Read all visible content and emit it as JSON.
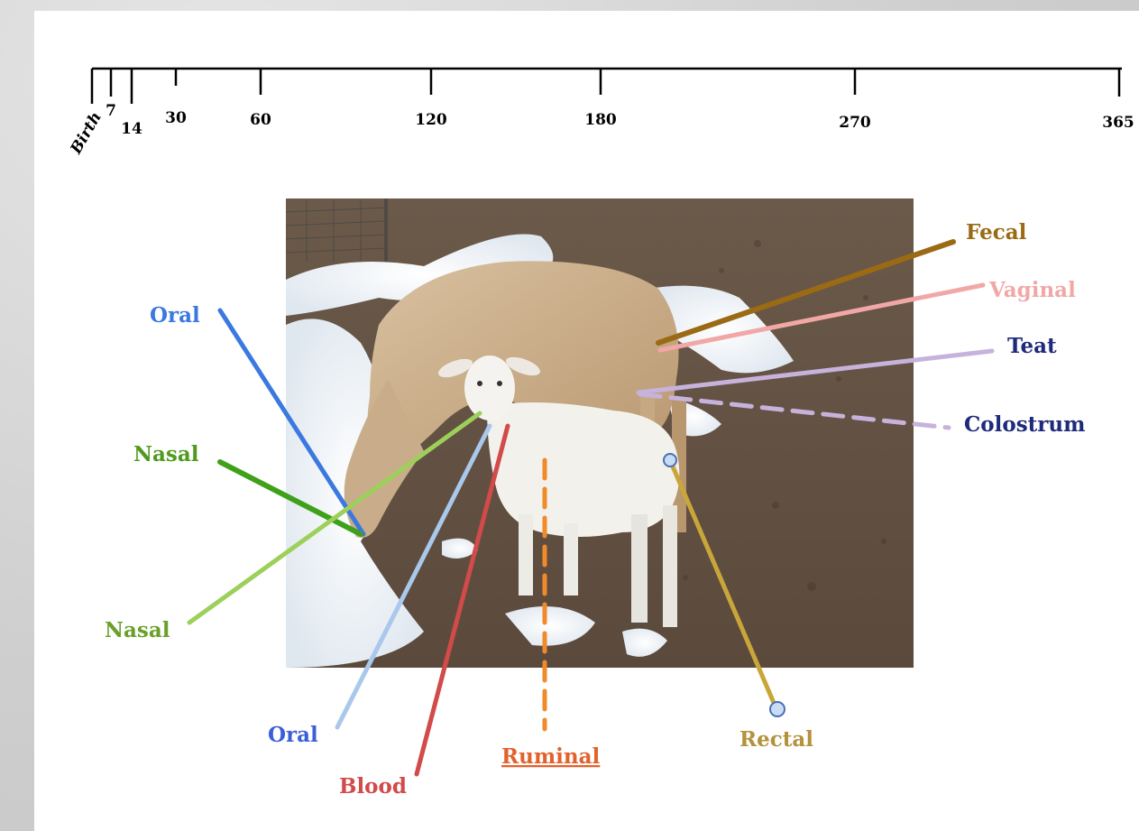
{
  "timeline": {
    "ticks": [
      {
        "value": "Birth",
        "label": "Birth"
      },
      {
        "value": 7,
        "label": "7"
      },
      {
        "value": 14,
        "label": "14"
      },
      {
        "value": 30,
        "label": "30"
      },
      {
        "value": 60,
        "label": "60"
      },
      {
        "value": 120,
        "label": "120"
      },
      {
        "value": 180,
        "label": "180"
      },
      {
        "value": 270,
        "label": "270"
      },
      {
        "value": 365,
        "label": "365"
      }
    ]
  },
  "photo": {
    "subject": "ewe and lamb standing on snowy, gravelly ground"
  },
  "sampling_sites": {
    "fecal": {
      "label": "Fecal",
      "color": "#9a6a14"
    },
    "vaginal": {
      "label": "Vaginal",
      "color": "#f2a7a7"
    },
    "teat": {
      "label": "Teat",
      "color": "#c7b2dc",
      "label_color": "#1f2a7a"
    },
    "colostrum": {
      "label": "Colostrum",
      "color": "#c7b2dc",
      "label_color": "#1f2a7a"
    },
    "oral_ewe": {
      "label": "Oral",
      "color": "#3b78e0"
    },
    "nasal_ewe": {
      "label": "Nasal",
      "color": "#3fa01a",
      "label_color": "#4f9a1f"
    },
    "nasal_lamb": {
      "label": "Nasal",
      "color": "#9dd05a",
      "label_color": "#6aa02a"
    },
    "oral_lamb": {
      "label": "Oral",
      "color": "#a9c8ec",
      "label_color": "#3b5fd6"
    },
    "blood": {
      "label": "Blood",
      "color": "#d24a4a"
    },
    "ruminal": {
      "label": "Ruminal",
      "color": "#f08a2a",
      "label_color": "#e2622e"
    },
    "rectal": {
      "label": "Rectal",
      "color": "#c9a63a",
      "label_color": "#b3923a"
    }
  }
}
